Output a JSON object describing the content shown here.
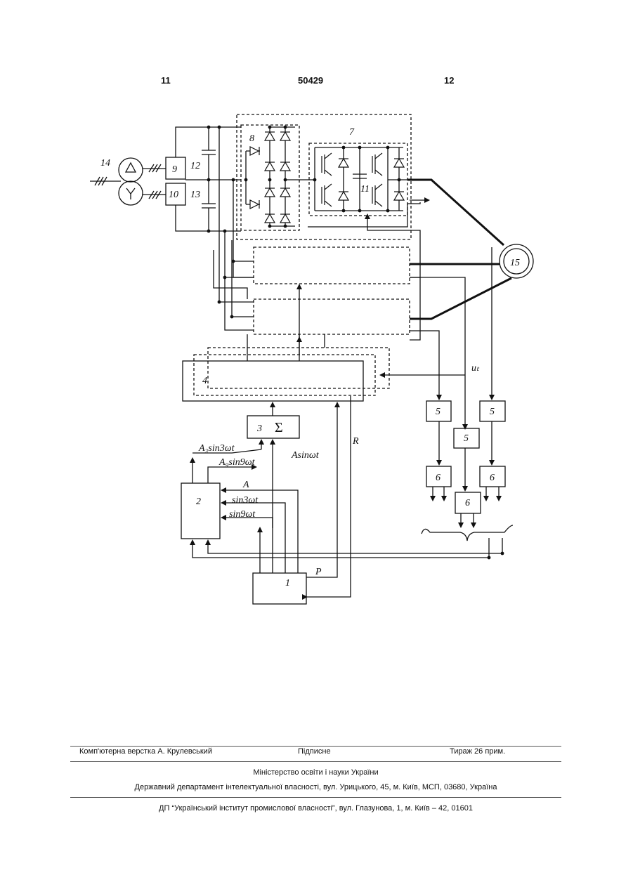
{
  "header": {
    "left_page": "11",
    "patent_number": "50429",
    "right_page": "12"
  },
  "diagram": {
    "block_labels": {
      "b1": "1",
      "b2": "2",
      "b3": "3",
      "b4": "4",
      "b5a": "5",
      "b5b": "5",
      "b5c": "5",
      "b6a": "6",
      "b6b": "6",
      "b6c": "6",
      "b7": "7",
      "b8": "8",
      "b9": "9",
      "b10": "10",
      "c11": "11",
      "c12": "12",
      "c13": "13",
      "t14": "14",
      "m15": "15"
    },
    "sum_symbol": "Σ",
    "signals": {
      "a3": "A₃sin3ωt",
      "a9": "A₉sin9ωt",
      "asin": "Asinωt",
      "a": "A",
      "sin3": "sin3ωt",
      "sin9": "sin9ωt",
      "r": "R",
      "p": "P",
      "ut": "uₜ"
    }
  },
  "footer": {
    "layout": "Комп'ютерна верстка А. Крулевський",
    "signed": "Підписне",
    "circulation": "Тираж 26 прим.",
    "ministry": "Міністерство освіти і науки України",
    "department": "Державний департамент інтелектуальної власності, вул. Урицького, 45, м. Київ, МСП, 03680, Україна",
    "institute": "ДП “Український інститут промислової власності”, вул. Глазунова, 1, м. Київ – 42, 01601"
  }
}
